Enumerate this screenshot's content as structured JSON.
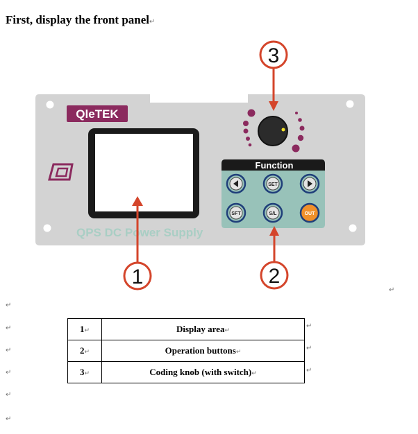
{
  "heading": "First, display the front panel",
  "paragraph_mark": "↵",
  "panel": {
    "brand": "QleTEK",
    "model_label": "QPS DC Power Supply",
    "function_label": "Function",
    "buttons": {
      "left": "◀",
      "set": "SET",
      "right": "▶",
      "sft": "SFT",
      "sl": "S/L",
      "out": "OUT"
    },
    "colors": {
      "panel": "#d3d3d3",
      "brand": "#8b2a5e",
      "button_area": "#98c2b9",
      "button_ring": "#1f3f7a",
      "out_button": "#f0902a",
      "callout": "#d4452b"
    }
  },
  "callouts": {
    "one": "1",
    "two": "2",
    "three": "3"
  },
  "legend": [
    {
      "num": "1",
      "label": "Display area"
    },
    {
      "num": "2",
      "label": "Operation buttons"
    },
    {
      "num": "3",
      "label": "Coding knob (with switch)"
    }
  ]
}
